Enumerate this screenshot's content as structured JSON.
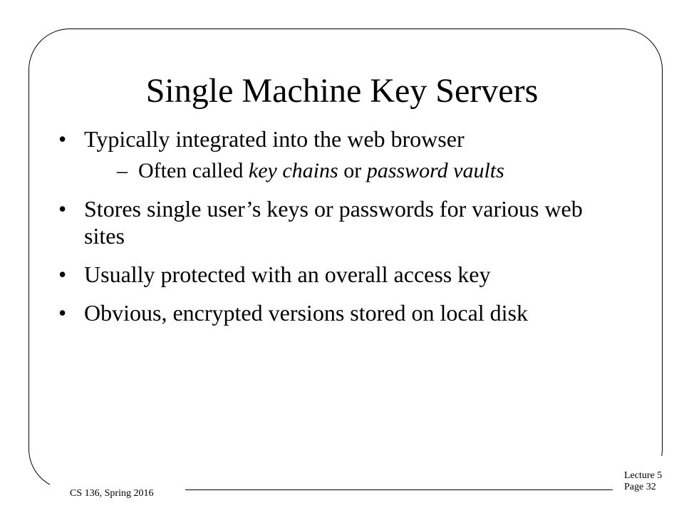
{
  "slide": {
    "title": "Single Machine Key Servers",
    "bullets": [
      {
        "text": "Typically integrated into the web browser"
      },
      {
        "text": "Stores single user’s keys or passwords for various web sites"
      },
      {
        "text": "Usually protected with an overall access key"
      },
      {
        "text": "Obvious, encrypted versions stored on local disk"
      }
    ],
    "sub_bullet": {
      "pre": "Often called ",
      "em1": "key chains",
      "mid": " or ",
      "em2": "password vaults"
    },
    "bullet_mark": "•",
    "dash_mark": "–"
  },
  "footer": {
    "course": "CS 136, Spring 2016",
    "lecture": "Lecture 5",
    "page": "Page 32"
  }
}
